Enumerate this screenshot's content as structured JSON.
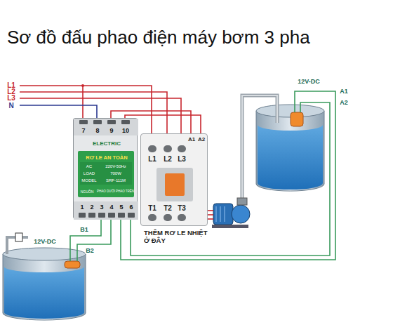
{
  "diagram": {
    "title": "Sơ đồ đấu phao điện máy bơm 3 pha",
    "nodes": [
      {
        "text": [
          "ELECTRIC",
          "RƠ LE AN TOÀN",
          "AC",
          "220V-50Hz",
          "LOAD",
          "700W",
          "MODEL",
          "SRF-111M",
          "NGUỒN",
          "PHAO DƯỚI",
          "PHAO TRÊN",
          "7",
          "8",
          "9",
          "10",
          "1",
          "2",
          "3",
          "4",
          "5",
          "6"
        ]
      },
      {
        "text": [
          "A1",
          "A2",
          "L1",
          "L2",
          "L3",
          "T1",
          "T2",
          "T3"
        ]
      }
    ],
    "edges": [
      {
        "from": 0,
        "to": 1,
        "arrow": "none"
      },
      {
        "from": 0,
        "to": 1,
        "arrow": "none"
      }
    ],
    "labels": [
      "L1",
      "L2",
      "L3",
      "N",
      "12V-DC",
      "A1",
      "A2",
      "12V-DC",
      "B1",
      "B2",
      "THÊM RƠ LE NHIỆT Ở ĐÂY"
    ]
  }
}
